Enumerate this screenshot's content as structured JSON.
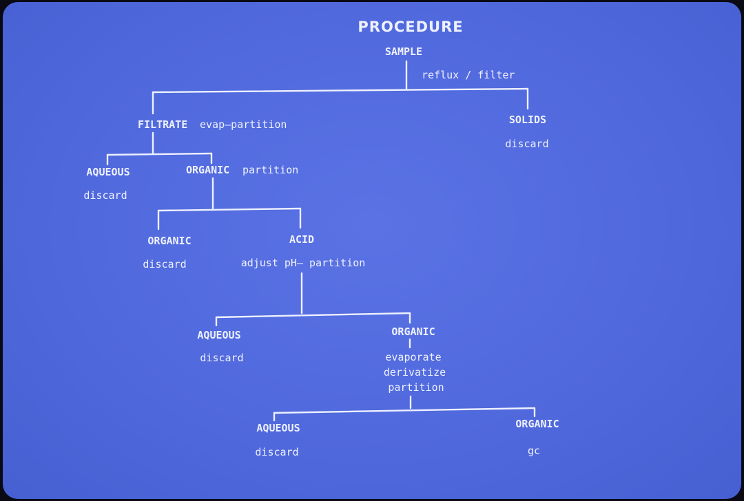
{
  "title": "PROCEDURE",
  "sample": {
    "label": "SAMPLE",
    "step": "reflux / filter"
  },
  "filtrate": {
    "label": "FILTRATE",
    "step": "evap—partition"
  },
  "solids": {
    "label": "SOLIDS",
    "fate": "discard"
  },
  "aqueous1": {
    "label": "AQUEOUS",
    "fate": "discard"
  },
  "organic1": {
    "label": "ORGANIC",
    "step": "partition"
  },
  "organic2": {
    "label": "ORGANIC",
    "fate": "discard"
  },
  "acid": {
    "label": "ACID",
    "step": "adjust pH— partition"
  },
  "aqueous2": {
    "label": "AQUEOUS",
    "fate": "discard"
  },
  "organic3": {
    "label": "ORGANIC",
    "steps": [
      "evaporate",
      "derivatize",
      "partition"
    ]
  },
  "aqueous3": {
    "label": "AQUEOUS",
    "fate": "discard"
  },
  "organic4": {
    "label": "ORGANIC",
    "fate": "gc"
  },
  "colors": {
    "background": "#4f68dc",
    "foreground": "#eef1ff"
  }
}
